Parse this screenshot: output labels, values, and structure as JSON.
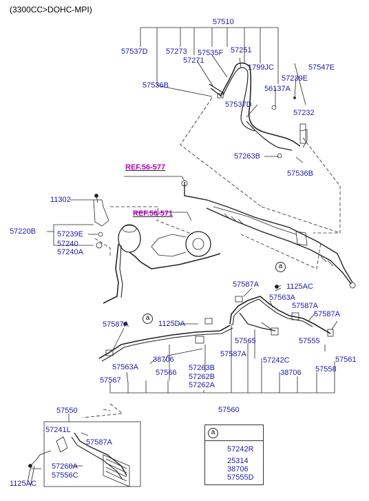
{
  "header": "(3300CC>DOHC-MPI)",
  "refs": [
    "REF.56-577",
    "REF.56-571"
  ],
  "callout": "a",
  "labels": {
    "p57510": "57510",
    "p57537D_a": "57537D",
    "p57273": "57273",
    "p57535F": "57535F",
    "p57251": "57251",
    "p57271": "57271",
    "p1799JC": "1799JC",
    "p57547E": "57547E",
    "p57239E_a": "57239E",
    "p56137A": "56137A",
    "p57536B_a": "57536B",
    "p57537D_b": "57537D",
    "p57232": "57232",
    "p57263B_a": "57263B",
    "p57536B_b": "57536B",
    "p11302": "11302",
    "p57220B": "57220B",
    "p57239E_b": "57239E",
    "p57240": "57240",
    "p57240A": "57240A",
    "p57587A_a": "57587A",
    "p1125AC_a": "1125AC",
    "p57563A_a": "57563A",
    "p57587A_b": "57587A",
    "p57587A_c": "57587A",
    "p57587A_d": "57587A",
    "p1125DA": "1125DA",
    "p57565": "57565",
    "p57555": "57555",
    "p57561": "57561",
    "p57563A_b": "57563A",
    "p38706_a": "38706",
    "p57587A_e": "57587A",
    "p57242C": "57242C",
    "p57558": "57558",
    "p57567": "57567",
    "p57566": "57566",
    "p57263B_b": "57263B",
    "p57262B": "57262B",
    "p57262A": "57262A",
    "p38706_b": "38706",
    "p57560": "57560",
    "p57550": "57550",
    "p57241L": "57241L",
    "p57587A_f": "57587A",
    "p57260A": "57260A",
    "p57556C": "57556C",
    "p1125AC_b": "1125AC"
  },
  "legend": {
    "key": "a",
    "items": [
      "57242R",
      "25314",
      "38706",
      "57555D"
    ]
  }
}
